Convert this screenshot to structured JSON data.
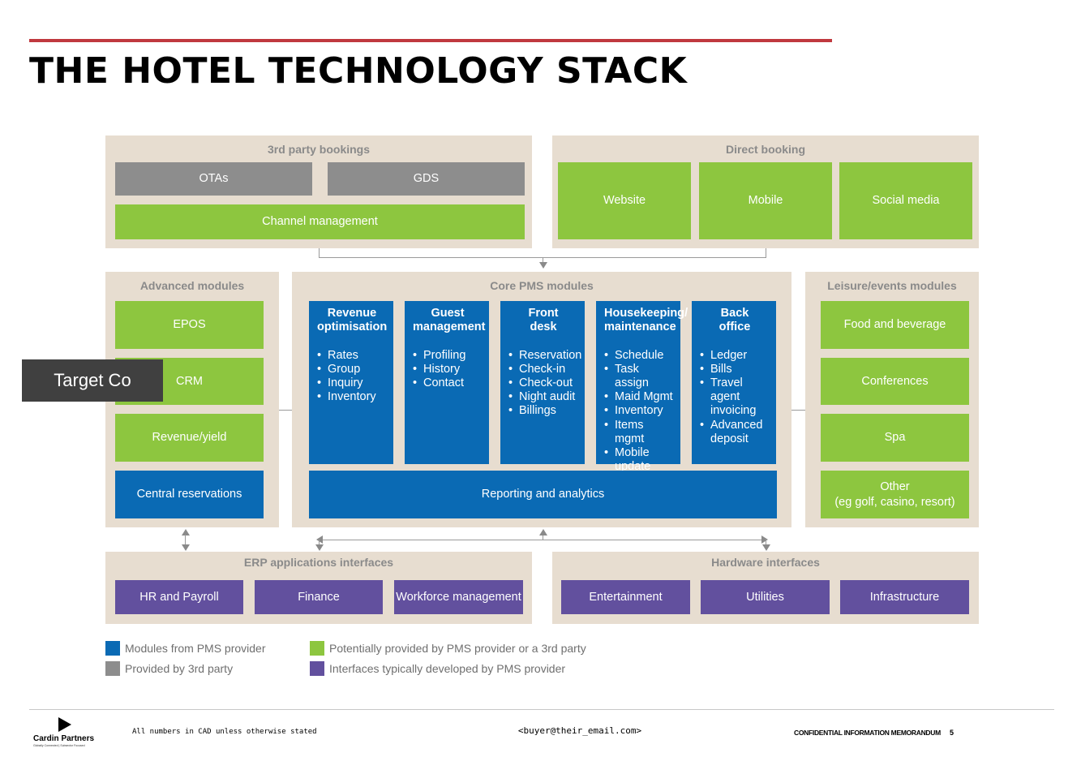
{
  "header": {
    "title": "THE HOTEL TECHNOLOGY STACK"
  },
  "colors": {
    "accent_rule": "#c0393f",
    "panel_bg": "#e7ddd0",
    "blue": "#0a6ab4",
    "green": "#8dc63f",
    "gray": "#8d8d8d",
    "purple": "#62509e"
  },
  "diagram": {
    "third_party": {
      "title": "3rd party bookings",
      "otas": "OTAs",
      "gds": "GDS",
      "channel": "Channel management"
    },
    "direct": {
      "title": "Direct booking",
      "website": "Website",
      "mobile": "Mobile",
      "social": "Social media"
    },
    "advanced": {
      "title": "Advanced modules",
      "epos": "EPOS",
      "crm": "CRM",
      "revenue": "Revenue/yield",
      "central": "Central reservations"
    },
    "core": {
      "title": "Core PMS modules",
      "columns": [
        {
          "title": "Revenue\noptimisation",
          "items": [
            "Rates",
            "Group",
            "Inquiry",
            "Inventory"
          ]
        },
        {
          "title": "Guest\nmanagement",
          "items": [
            "Profiling",
            "History",
            "Contact"
          ]
        },
        {
          "title": "Front\ndesk",
          "items": [
            "Reservation",
            "Check-in",
            "Check-out",
            "Night audit",
            "Billings"
          ]
        },
        {
          "title": "Housekeeping/\nmaintenance",
          "items": [
            "Schedule",
            "Task assign",
            "Maid Mgmt",
            "Inventory",
            "Items mgmt",
            "Mobile update"
          ]
        },
        {
          "title": "Back\noffice",
          "items": [
            "Ledger",
            "Bills",
            "Travel agent invoicing",
            "Advanced deposit"
          ]
        }
      ],
      "reporting": "Reporting and analytics"
    },
    "leisure": {
      "title": "Leisure/events modules",
      "food": "Food and beverage",
      "conferences": "Conferences",
      "spa": "Spa",
      "other": "Other\n(eg golf, casino, resort)"
    },
    "erp": {
      "title": "ERP applications interfaces",
      "hr": "HR and Payroll",
      "finance": "Finance",
      "workforce": "Workforce management"
    },
    "hardware": {
      "title": "Hardware interfaces",
      "entertainment": "Entertainment",
      "utilities": "Utilities",
      "infrastructure": "Infrastructure"
    }
  },
  "overlay": {
    "target": "Target Co"
  },
  "legend": [
    {
      "label": "Modules from PMS provider",
      "color": "#0a6ab4"
    },
    {
      "label": "Provided by 3rd party",
      "color": "#8d8d8d"
    },
    {
      "label": "Potentially provided by PMS provider or a 3rd party",
      "color": "#8dc63f"
    },
    {
      "label": "Interfaces typically developed by PMS provider",
      "color": "#62509e"
    }
  ],
  "footer": {
    "company": "Cardin Partners",
    "tagline": "Globally Connected | Subsector Focused",
    "note": "All numbers in CAD unless otherwise stated",
    "email": "<buyer@their_email.com>",
    "confidential": "CONFIDENTIAL INFORMATION MEMORANDUM",
    "page": "5"
  }
}
